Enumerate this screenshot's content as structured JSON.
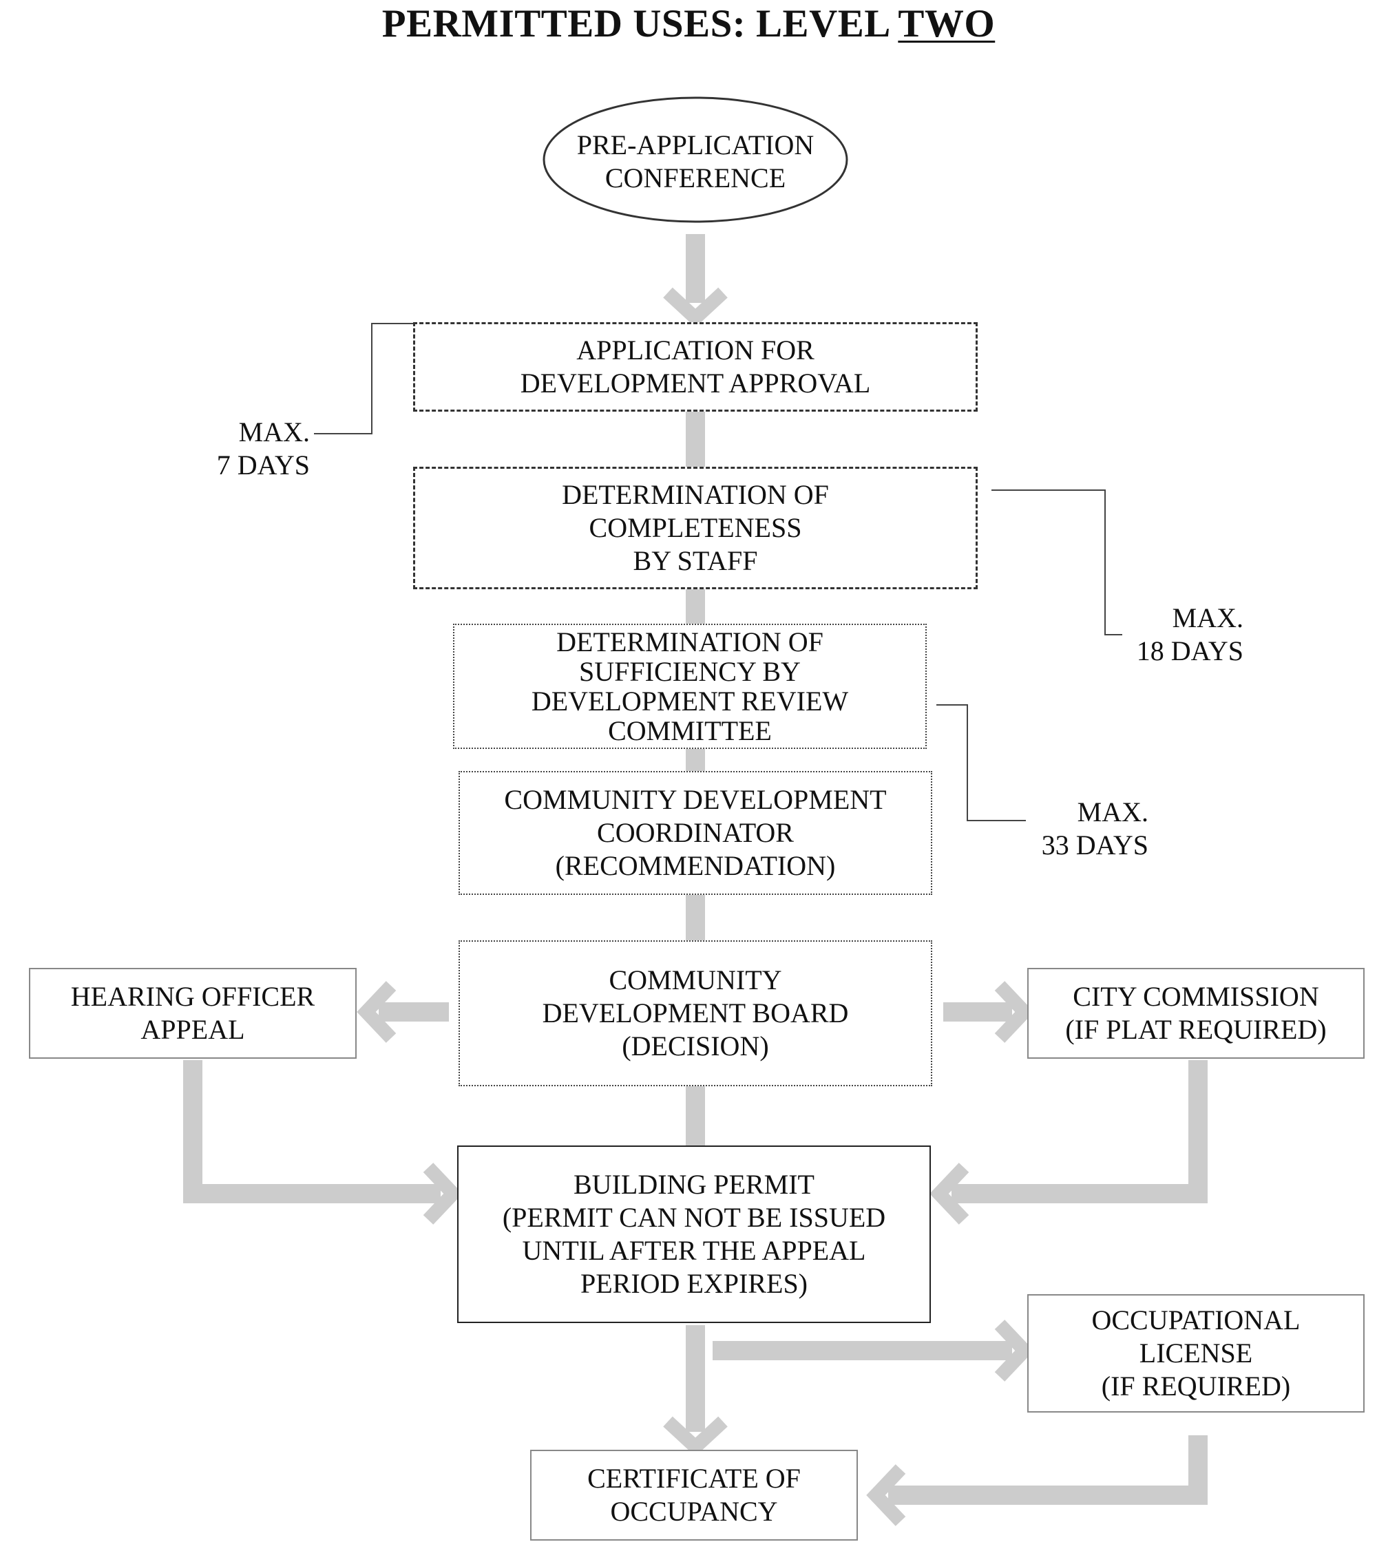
{
  "title": {
    "main": "PERMITTED USES: LEVEL ",
    "underlined": "TWO"
  },
  "colors": {
    "arrow": "#cccccc",
    "line": "#333333"
  },
  "nodes": {
    "pre_application": {
      "lines": [
        "PRE-APPLICATION",
        "CONFERENCE"
      ]
    },
    "application": {
      "lines": [
        "APPLICATION FOR",
        "DEVELOPMENT APPROVAL"
      ]
    },
    "completeness": {
      "lines": [
        "DETERMINATION OF",
        "COMPLETENESS",
        "BY STAFF"
      ]
    },
    "sufficiency": {
      "lines": [
        "DETERMINATION OF",
        "SUFFICIENCY  BY",
        "DEVELOPMENT REVIEW",
        "COMMITTEE"
      ]
    },
    "coordinator": {
      "lines": [
        "COMMUNITY DEVELOPMENT",
        "COORDINATOR",
        "(RECOMMENDATION)"
      ]
    },
    "board": {
      "lines": [
        "COMMUNITY",
        "DEVELOPMENT BOARD",
        "(DECISION)"
      ]
    },
    "hearing": {
      "lines": [
        "HEARING OFFICER",
        "APPEAL"
      ]
    },
    "commission": {
      "lines": [
        "CITY COMMISSION",
        "(IF PLAT REQUIRED)"
      ]
    },
    "building": {
      "lines": [
        "BUILDING PERMIT",
        "(PERMIT CAN NOT BE ISSUED",
        "UNTIL AFTER THE APPEAL",
        "PERIOD EXPIRES)"
      ]
    },
    "occupational": {
      "lines": [
        "OCCUPATIONAL",
        "LICENSE",
        "(IF REQUIRED)"
      ]
    },
    "certificate": {
      "lines": [
        "CERTIFICATE OF",
        "OCCUPANCY"
      ]
    }
  },
  "timelines": {
    "max7": {
      "lines": [
        "MAX.",
        "7 DAYS"
      ]
    },
    "max18": {
      "lines": [
        "MAX.",
        "18 DAYS"
      ]
    },
    "max33": {
      "lines": [
        "MAX.",
        "33 DAYS"
      ]
    }
  }
}
